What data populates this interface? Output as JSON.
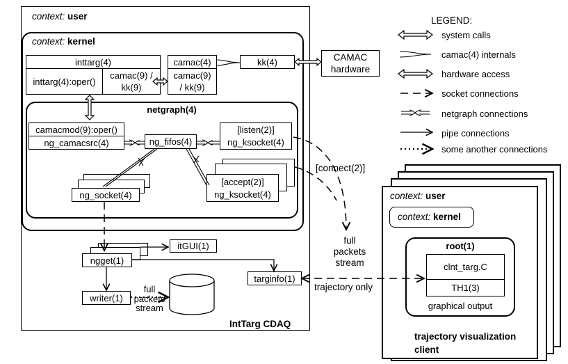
{
  "contexts": {
    "context_word": "context:",
    "user": "user",
    "kernel": "kernel"
  },
  "main": {
    "system_name": "IntTarg CDAQ",
    "inttarg": {
      "title": "inttarg(4)",
      "oper": "inttarg(4):oper()",
      "camac9": "camac(9) / kk(9)"
    },
    "camac": {
      "title": "camac(4)",
      "camac9": "camac(9) / kk(9)",
      "kk": "kk(4)"
    },
    "hardware": "CAMAC hardware",
    "netgraph": {
      "title": "netgraph(4)",
      "camacmod": "camacmod(9):oper()",
      "camacsrc": "ng_camacsrc(4)",
      "fifos": "ng_fifos(4)",
      "listen": "[listen(2)]",
      "ksocket_listen": "ng_ksocket(4)",
      "accept": "[accept(2)]",
      "ksocket_accept": "ng_ksocket(4)",
      "socket": "ng_socket(4)"
    },
    "ngget": "ngget(1)",
    "itgui": "itGUI(1)",
    "writer": "writer(1)",
    "targinfo": "targinfo(1)",
    "storage": "storage media",
    "full_packets_stream_small": "full packets stream",
    "connect_label": "[connect(2)]",
    "full_packets_stream_big": "full packets stream",
    "trajectory_only": "trajectory only"
  },
  "client": {
    "root": "root(1)",
    "clnt": "clnt_targ.C",
    "th1": "TH1(3)",
    "graphical_output": "graphical output",
    "title": "trajectory visualization client"
  },
  "legend": {
    "title": "LEGEND:",
    "items": [
      {
        "icon": "system-call-arrow",
        "label": "system calls"
      },
      {
        "icon": "camac-internals-line",
        "label": "camac(4) internals"
      },
      {
        "icon": "hardware-access-arrow",
        "label": "hardware access"
      },
      {
        "icon": "socket-connection-arrow",
        "label": "socket connections"
      },
      {
        "icon": "netgraph-connection-line",
        "label": "netgraph connections"
      },
      {
        "icon": "pipe-connection-arrow",
        "label": "pipe connections"
      },
      {
        "icon": "other-connection-arrow",
        "label": "some another connections"
      }
    ]
  }
}
